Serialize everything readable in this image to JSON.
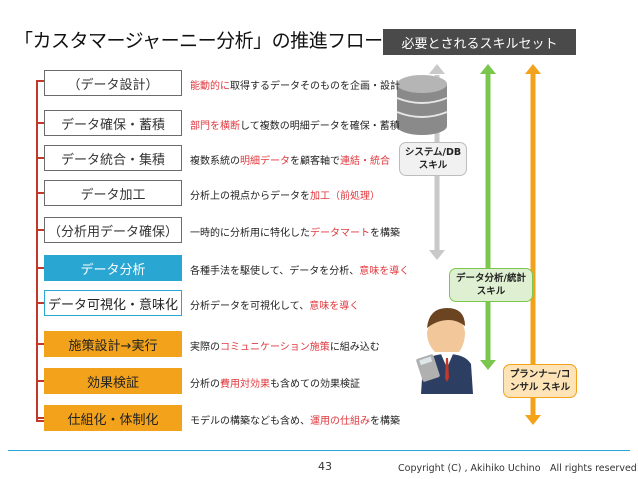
{
  "title": "「カスタマージャーニー分析」の推進フロー",
  "skill_header": "必要とされるスキルセット",
  "steps": [
    {
      "label": "（データ設計）",
      "desc_parts": [
        {
          "t": "能動的に",
          "r": true
        },
        {
          "t": "取得するデータそのものを企画・設計",
          "r": false
        }
      ]
    },
    {
      "label": "データ確保・蓄積",
      "desc_parts": [
        {
          "t": "部門を横断",
          "r": true
        },
        {
          "t": "して複数の明細データを確保・蓄積",
          "r": false
        }
      ]
    },
    {
      "label": "データ統合・集積",
      "desc_parts": [
        {
          "t": "複数系統の",
          "r": false
        },
        {
          "t": "明細データ",
          "r": true
        },
        {
          "t": "を顧客軸で",
          "r": false
        },
        {
          "t": "連結・統合",
          "r": true
        }
      ]
    },
    {
      "label": "データ加工",
      "desc_parts": [
        {
          "t": "分析上の視点からデータを",
          "r": false
        },
        {
          "t": "加工（前処理）",
          "r": true
        }
      ]
    },
    {
      "label": "（分析用データ確保）",
      "desc_parts": [
        {
          "t": "一時的に分析用に特化した",
          "r": false
        },
        {
          "t": "データマート",
          "r": true
        },
        {
          "t": "を構築",
          "r": false
        }
      ]
    },
    {
      "label": "データ分析",
      "desc_parts": [
        {
          "t": "各種手法を駆使して、データを分析、",
          "r": false
        },
        {
          "t": "意味を導く",
          "r": true
        }
      ]
    },
    {
      "label": "データ可視化・意味化",
      "desc_parts": [
        {
          "t": "分析データを可視化して、",
          "r": false
        },
        {
          "t": "意味を導く",
          "r": true
        }
      ]
    },
    {
      "label": "施策設計→実行",
      "desc_parts": [
        {
          "t": "実際の",
          "r": false
        },
        {
          "t": "コミュニケーション施策",
          "r": true
        },
        {
          "t": "に組み込む",
          "r": false
        }
      ]
    },
    {
      "label": "効果検証",
      "desc_parts": [
        {
          "t": "分析の",
          "r": false
        },
        {
          "t": "費用対効果",
          "r": true
        },
        {
          "t": "も含めての効果検証",
          "r": false
        }
      ]
    },
    {
      "label": "仕組化・体制化",
      "desc_parts": [
        {
          "t": "モデルの構築なども含め、",
          "r": false
        },
        {
          "t": "運用の仕組み",
          "r": true
        },
        {
          "t": "を構築",
          "r": false
        }
      ]
    }
  ],
  "skills": {
    "system": "システム/DB\nスキル",
    "analysis": "データ分析/統計\nスキル",
    "planner": "プランナー/コ\nンサル スキル"
  },
  "footer": {
    "page": "43",
    "copyright": "Copyright (C) , Akihiko Uchino　All rights reserved."
  },
  "colors": {
    "accent_blue": "#2aa6d2",
    "accent_orange": "#f3a21b",
    "highlight_red": "#e0383e",
    "system_gray": "#c9c9c9",
    "analysis_green": "#7bc74d"
  },
  "icons": [
    "database-icon",
    "businessman-calculator-icon"
  ]
}
